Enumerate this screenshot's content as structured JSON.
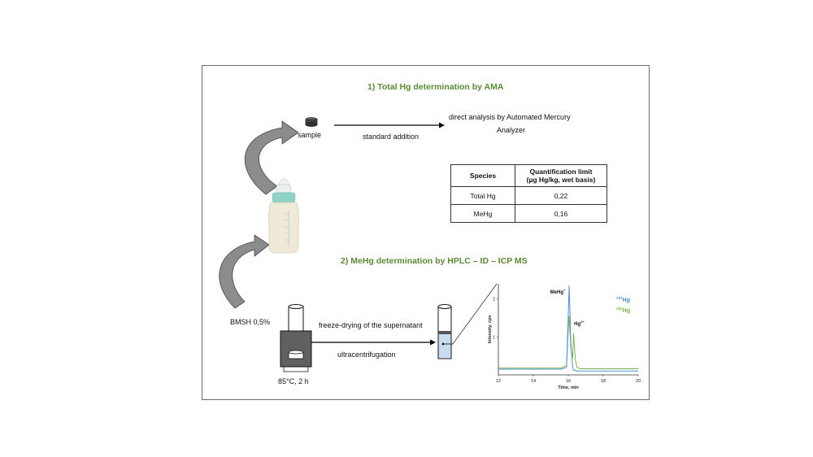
{
  "section1": {
    "heading": "1) Total Hg determination by AMA",
    "sample_label": "sample",
    "arrow_label": "standard addition",
    "result_line1": "direct analysis by Automated Mercury",
    "result_line2": "Analyzer"
  },
  "table": {
    "headers": [
      "Species",
      "Quantification limit",
      "(µg Hg/kg, wet basis)"
    ],
    "rows": [
      {
        "species": "Total Hg",
        "value": "0,22"
      },
      {
        "species": "MeHg",
        "value": "0,16"
      }
    ]
  },
  "section2": {
    "heading": "2) MeHg determination by HPLC – ID – ICP MS",
    "reagent": "BMSH 0,5%",
    "conditions": "85°C, 2 h",
    "step1": "freeze-drying of the supernatant",
    "step2": "ultracentrifugation"
  },
  "chart_data": {
    "type": "line",
    "xlabel": "Time, min",
    "ylabel": "Intensity, cps",
    "xticks": [
      "12",
      "14",
      "16",
      "18",
      "20"
    ],
    "yticks": [
      "1",
      "2"
    ],
    "xlim": [
      12,
      20
    ],
    "ylim": [
      0,
      2.4
    ],
    "peak_labels": [
      {
        "text": "MeHg",
        "sup": "+",
        "x": 16.0
      },
      {
        "text": "Hg",
        "sup": "2+",
        "x": 16.3
      }
    ],
    "series": [
      {
        "name": "Hg",
        "mass": "201",
        "color": "#4a90d9",
        "x": [
          12,
          15.6,
          15.9,
          16.0,
          16.05,
          16.15,
          16.25,
          16.3,
          16.4,
          16.5,
          16.7,
          20
        ],
        "y": [
          0.15,
          0.15,
          0.2,
          1.6,
          2.35,
          0.8,
          0.2,
          0.12,
          0.12,
          0.1,
          0.1,
          0.1
        ]
      },
      {
        "name": "Hg",
        "mass": "202",
        "color": "#7cb342",
        "x": [
          12,
          15.6,
          15.9,
          16.0,
          16.05,
          16.15,
          16.25,
          16.3,
          16.4,
          16.5,
          16.7,
          20
        ],
        "y": [
          0.18,
          0.18,
          0.25,
          1.2,
          1.55,
          0.7,
          0.45,
          1.1,
          0.4,
          0.2,
          0.16,
          0.16
        ]
      }
    ]
  },
  "colors": {
    "heading": "#5b8a34",
    "arrow_fill": "#8c8c8c",
    "vial_body": "#606060",
    "tube_liquid": "#c9ddf0"
  }
}
